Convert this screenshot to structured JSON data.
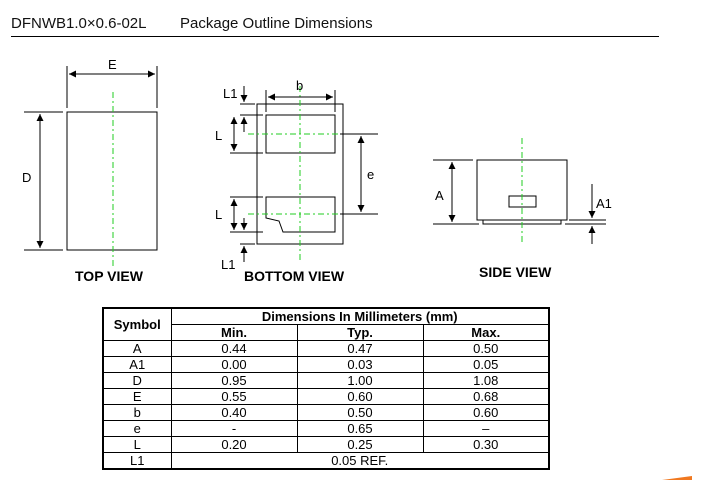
{
  "header": {
    "part_number": "DFNWB1.0×0.6-02L",
    "title": "Package Outline Dimensions"
  },
  "views": {
    "top": "TOP VIEW",
    "bottom": "BOTTOM VIEW",
    "side": "SIDE VIEW"
  },
  "dim_labels": {
    "E": "E",
    "D": "D",
    "b": "b",
    "L1_top": "L1",
    "L_top": "L",
    "e": "e",
    "L_bottom": "L",
    "L1_bottom": "L1",
    "A": "A",
    "A1": "A1"
  },
  "table": {
    "symbol_header": "Symbol",
    "group_header": "Dimensions In Millimeters  (mm)",
    "col_min": "Min.",
    "col_typ": "Typ.",
    "col_max": "Max.",
    "rows": [
      {
        "symbol": "A",
        "min": "0.44",
        "typ": "0.47",
        "max": "0.50"
      },
      {
        "symbol": "A1",
        "min": "0.00",
        "typ": "0.03",
        "max": "0.05"
      },
      {
        "symbol": "D",
        "min": "0.95",
        "typ": "1.00",
        "max": "1.08"
      },
      {
        "symbol": "E",
        "min": "0.55",
        "typ": "0.60",
        "max": "0.68"
      },
      {
        "symbol": "b",
        "min": "0.40",
        "typ": "0.50",
        "max": "0.60"
      },
      {
        "symbol": "e",
        "min": "-",
        "typ": "0.65",
        "max": "–"
      },
      {
        "symbol": "L",
        "min": "0.20",
        "typ": "0.25",
        "max": "0.30"
      }
    ],
    "last_row": {
      "symbol": "L1",
      "value": "0.05  REF."
    }
  },
  "colors": {
    "centerline": "#22cc22",
    "accent": "#f07820"
  }
}
